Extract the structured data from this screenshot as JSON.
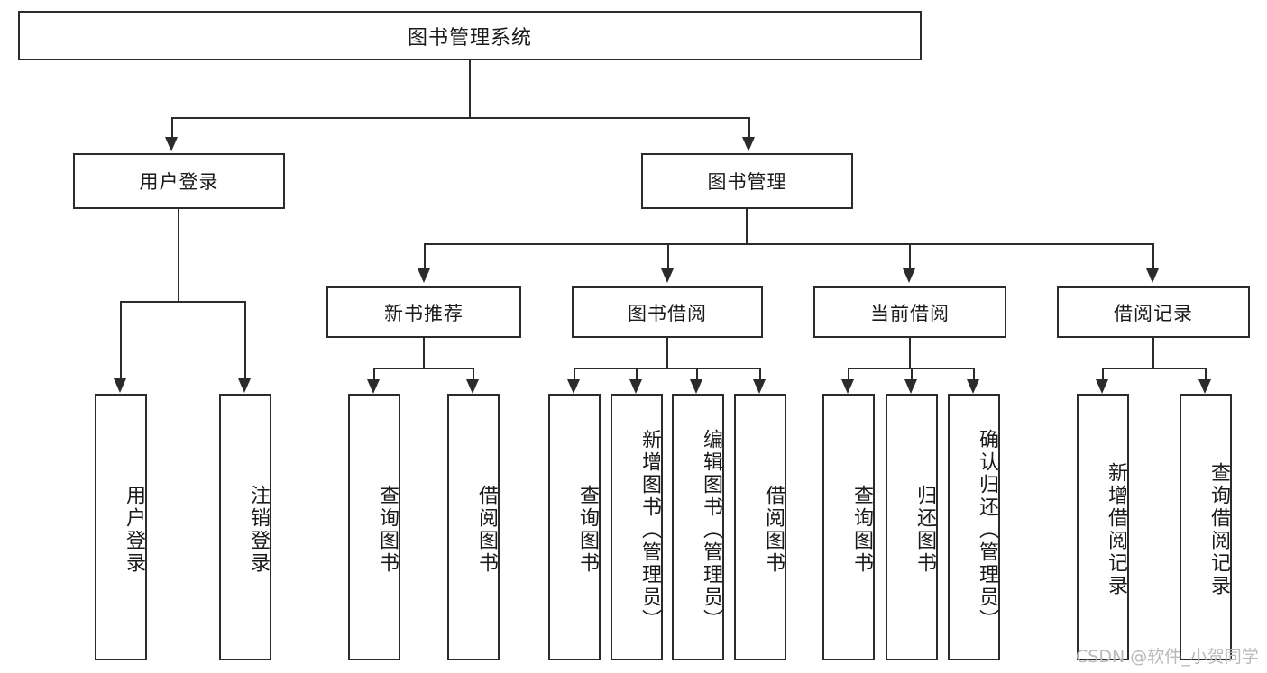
{
  "diagram": {
    "type": "tree-hierarchy",
    "title": "图书管理系统",
    "watermark": "CSDN @软件_小贺同学",
    "levels": 4,
    "root": {
      "label": "图书管理系统"
    },
    "level2": [
      {
        "label": "用户登录"
      },
      {
        "label": "图书管理"
      }
    ],
    "level3": [
      {
        "label": "新书推荐"
      },
      {
        "label": "图书借阅"
      },
      {
        "label": "当前借阅"
      },
      {
        "label": "借阅记录"
      }
    ],
    "leaves": {
      "user_login": [
        {
          "label": "用户登录"
        },
        {
          "label": "注销登录"
        }
      ],
      "new_book_recommend": [
        {
          "label": "查询图书"
        },
        {
          "label": "借阅图书"
        }
      ],
      "book_borrow": [
        {
          "label": "查询图书"
        },
        {
          "label": "新增图书（管理员）"
        },
        {
          "label": "编辑图书（管理员）"
        },
        {
          "label": "借阅图书"
        }
      ],
      "current_borrow": [
        {
          "label": "查询图书"
        },
        {
          "label": "归还图书"
        },
        {
          "label": "确认归还（管理员）"
        }
      ],
      "borrow_record": [
        {
          "label": "新增借阅记录"
        },
        {
          "label": "查询借阅记录"
        }
      ]
    },
    "colors": {
      "stroke": "#2b2b2b",
      "fill": "#ffffff",
      "text": "#1a1a1a",
      "watermark": "#b9b9b9"
    }
  }
}
